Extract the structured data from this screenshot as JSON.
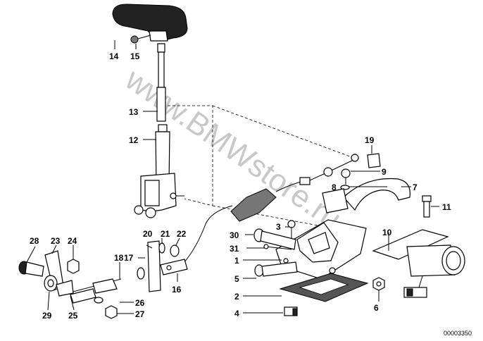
{
  "watermark": "www.BMWstore.ru",
  "doc_number": "00003350",
  "parts": [
    {
      "key": "p1",
      "label": "1"
    },
    {
      "key": "p2",
      "label": "2"
    },
    {
      "key": "p3",
      "label": "3"
    },
    {
      "key": "p4",
      "label": "4"
    },
    {
      "key": "p5",
      "label": "5"
    },
    {
      "key": "p6",
      "label": "6"
    },
    {
      "key": "p7",
      "label": "7"
    },
    {
      "key": "p8",
      "label": "8"
    },
    {
      "key": "p9",
      "label": "9"
    },
    {
      "key": "p10",
      "label": "10"
    },
    {
      "key": "p11",
      "label": "11"
    },
    {
      "key": "p12",
      "label": "12"
    },
    {
      "key": "p13",
      "label": "13"
    },
    {
      "key": "p14",
      "label": "14"
    },
    {
      "key": "p15",
      "label": "15"
    },
    {
      "key": "p16",
      "label": "16"
    },
    {
      "key": "p17",
      "label": "17"
    },
    {
      "key": "p18",
      "label": "18"
    },
    {
      "key": "p19",
      "label": "19"
    },
    {
      "key": "p20",
      "label": "20"
    },
    {
      "key": "p21",
      "label": "21"
    },
    {
      "key": "p22",
      "label": "22"
    },
    {
      "key": "p23",
      "label": "23"
    },
    {
      "key": "p24",
      "label": "24"
    },
    {
      "key": "p25",
      "label": "25"
    },
    {
      "key": "p26",
      "label": "26"
    },
    {
      "key": "p27",
      "label": "27"
    },
    {
      "key": "p28",
      "label": "28"
    },
    {
      "key": "p29",
      "label": "29"
    },
    {
      "key": "p30",
      "label": "30"
    },
    {
      "key": "p31",
      "label": "31"
    }
  ]
}
